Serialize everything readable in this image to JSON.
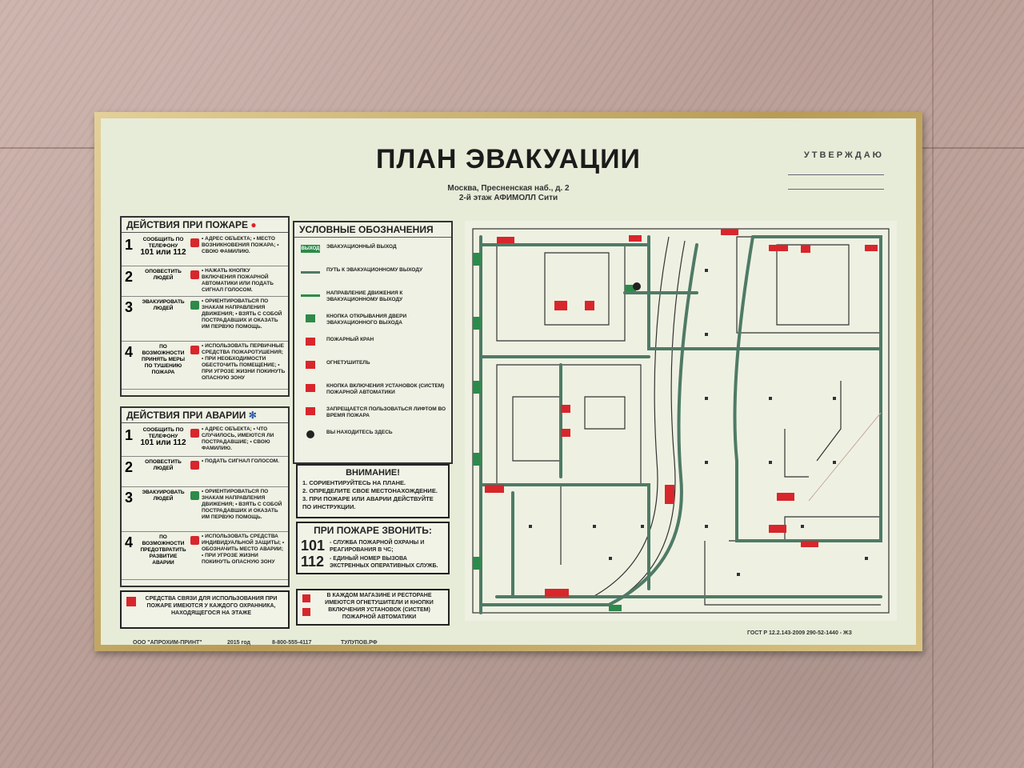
{
  "title": "ПЛАН ЭВАКУАЦИИ",
  "address": "Москва, Пресненская наб., д. 2",
  "floor": "2-й этаж АФИМОЛЛ Сити",
  "approve": "УТВЕРЖДАЮ",
  "fire": {
    "header": "ДЕЙСТВИЯ ПРИ ПОЖАРЕ",
    "steps": [
      {
        "n": "1",
        "act": "СООБЩИТЬ ПО ТЕЛЕФОНУ",
        "big": "101 или 112",
        "desc": "• АДРЕС ОБЪЕКТА; • МЕСТО ВОЗНИКНОВЕНИЯ ПОЖАРА; • СВОЮ ФАМИЛИЮ."
      },
      {
        "n": "2",
        "act": "ОПОВЕСТИТЬ ЛЮДЕЙ",
        "big": "",
        "desc": "• НАЖАТЬ КНОПКУ ВКЛЮЧЕНИЯ ПОЖАРНОЙ АВТОМАТИКИ ИЛИ ПОДАТЬ СИГНАЛ ГОЛОСОМ."
      },
      {
        "n": "3",
        "act": "ЭВАКУИРОВАТЬ ЛЮДЕЙ",
        "big": "",
        "desc": "• ОРИЕНТИРОВАТЬСЯ ПО ЗНАКАМ НАПРАВЛЕНИЯ ДВИЖЕНИЯ; • ВЗЯТЬ С СОБОЙ ПОСТРАДАВШИХ И ОКАЗАТЬ ИМ ПЕРВУЮ ПОМОЩЬ."
      },
      {
        "n": "4",
        "act": "ПО ВОЗМОЖНОСТИ ПРИНЯТЬ МЕРЫ ПО ТУШЕНИЮ ПОЖАРА",
        "big": "",
        "desc": "• ИСПОЛЬЗОВАТЬ ПЕРВИЧНЫЕ СРЕДСТВА ПОЖАРОТУШЕНИЯ; • ПРИ НЕОБХОДИМОСТИ ОБЕСТОЧИТЬ ПОМЕЩЕНИЕ; • ПРИ УГРОЗЕ ЖИЗНИ ПОКИНУТЬ ОПАСНУЮ ЗОНУ"
      }
    ]
  },
  "accident": {
    "header": "ДЕЙСТВИЯ ПРИ АВАРИИ",
    "steps": [
      {
        "n": "1",
        "act": "СООБЩИТЬ ПО ТЕЛЕФОНУ",
        "big": "101 или 112",
        "desc": "• АДРЕС ОБЪЕКТА; • ЧТО СЛУЧИЛОСЬ, ИМЕЮТСЯ ЛИ ПОСТРАДАВШИЕ; • СВОЮ ФАМИЛИЮ."
      },
      {
        "n": "2",
        "act": "ОПОВЕСТИТЬ ЛЮДЕЙ",
        "big": "",
        "desc": "• ПОДАТЬ СИГНАЛ ГОЛОСОМ."
      },
      {
        "n": "3",
        "act": "ЭВАКУИРОВАТЬ ЛЮДЕЙ",
        "big": "",
        "desc": "• ОРИЕНТИРОВАТЬСЯ ПО ЗНАКАМ НАПРАВЛЕНИЯ ДВИЖЕНИЯ; • ВЗЯТЬ С СОБОЙ ПОСТРАДАВШИХ И ОКАЗАТЬ ИМ ПЕРВУЮ ПОМОЩЬ."
      },
      {
        "n": "4",
        "act": "ПО ВОЗМОЖНОСТИ ПРЕДОТВРАТИТЬ РАЗВИТИЕ АВАРИИ",
        "big": "",
        "desc": "• ИСПОЛЬЗОВАТЬ СРЕДСТВА ИНДИВИДУАЛЬНОЙ ЗАЩИТЫ; • ОБОЗНАЧИТЬ МЕСТО АВАРИИ; • ПРИ УГРОЗЕ ЖИЗНИ ПОКИНУТЬ ОПАСНУЮ ЗОНУ"
      }
    ]
  },
  "comms": "СРЕДСТВА СВЯЗИ ДЛЯ ИСПОЛЬЗОВАНИЯ ПРИ ПОЖАРЕ ИМЕЮТСЯ У КАЖДОГО ОХРАННИКА, НАХОДЯЩЕГОСЯ НА ЭТАЖЕ",
  "legend": {
    "header": "УСЛОВНЫЕ ОБОЗНАЧЕНИЯ",
    "items": [
      {
        "label": "ЭВАКУАЦИОННЫЙ ВЫХОД",
        "sym": "ВЫХОД",
        "color": "#2d8a4a"
      },
      {
        "label": "ПУТЬ К ЭВАКУАЦИОННОМУ ВЫХОДУ",
        "sym": "",
        "color": "#4f7a66"
      },
      {
        "label": "НАПРАВЛЕНИЕ ДВИЖЕНИЯ К ЭВАКУАЦИОННОМУ ВЫХОДУ",
        "sym": "",
        "color": "#2d8a4a"
      },
      {
        "label": "КНОПКА ОТКРЫВАНИЯ ДВЕРИ ЭВАКУАЦИОННОГО ВЫХОДА",
        "sym": "",
        "color": "#2d8a4a"
      },
      {
        "label": "ПОЖАРНЫЙ КРАН",
        "sym": "",
        "color": "#d8262c"
      },
      {
        "label": "ОГНЕТУШИТЕЛЬ",
        "sym": "",
        "color": "#d8262c"
      },
      {
        "label": "КНОПКА ВКЛЮЧЕНИЯ УСТАНОВОК (СИСТЕМ) ПОЖАРНОЙ АВТОМАТИКИ",
        "sym": "",
        "color": "#d8262c"
      },
      {
        "label": "ЗАПРЕЩАЕТСЯ ПОЛЬЗОВАТЬСЯ ЛИФТОМ ВО ВРЕМЯ ПОЖАРА",
        "sym": "",
        "color": "#d8262c"
      },
      {
        "label": "ВЫ НАХОДИТЕСЬ ЗДЕСЬ",
        "sym": "",
        "color": "#222222"
      }
    ]
  },
  "attention": {
    "header": "ВНИМАНИЕ!",
    "lines": [
      "1. СОРИЕНТИРУЙТЕСЬ НА ПЛАНЕ.",
      "2. ОПРЕДЕЛИТЕ СВОЕ МЕСТОНАХОЖДЕНИЕ.",
      "3. ПРИ ПОЖАРЕ ИЛИ АВАРИИ ДЕЙСТВУЙТЕ ПО ИНСТРУКЦИИ."
    ]
  },
  "call": {
    "header": "ПРИ ПОЖАРЕ ЗВОНИТЬ:",
    "n1": "101",
    "t1": "- СЛУЖБА ПОЖАРНОЙ ОХРАНЫ И РЕАГИРОВАНИЯ В ЧС;",
    "n2": "112",
    "t2": "- ЕДИНЫЙ НОМЕР ВЫЗОВА ЭКСТРЕННЫХ ОПЕРАТИВНЫХ СЛУЖБ."
  },
  "shops": "В КАЖДОМ МАГАЗИНЕ И РЕСТОРАНЕ ИМЕЮТСЯ ОГНЕТУШИТЕЛИ И КНОПКИ ВКЛЮЧЕНИЯ УСТАНОВОК (СИСТЕМ) ПОЖАРНОЙ АВТОМАТИКИ",
  "footer": {
    "company": "ООО \"АПРОХИМ-ПРИНТ\"",
    "year": "2015 год",
    "phone": "8-800-555-4117",
    "site": "ТУЛУПОВ.РФ",
    "gost": "ГОСТ Р 12.2.143-2009 290-52-1440 - ЖЗ"
  },
  "colors": {
    "route": "#4f7a66",
    "red": "#d8262c",
    "green": "#2d8a4a",
    "board": "#e7ecd8"
  }
}
